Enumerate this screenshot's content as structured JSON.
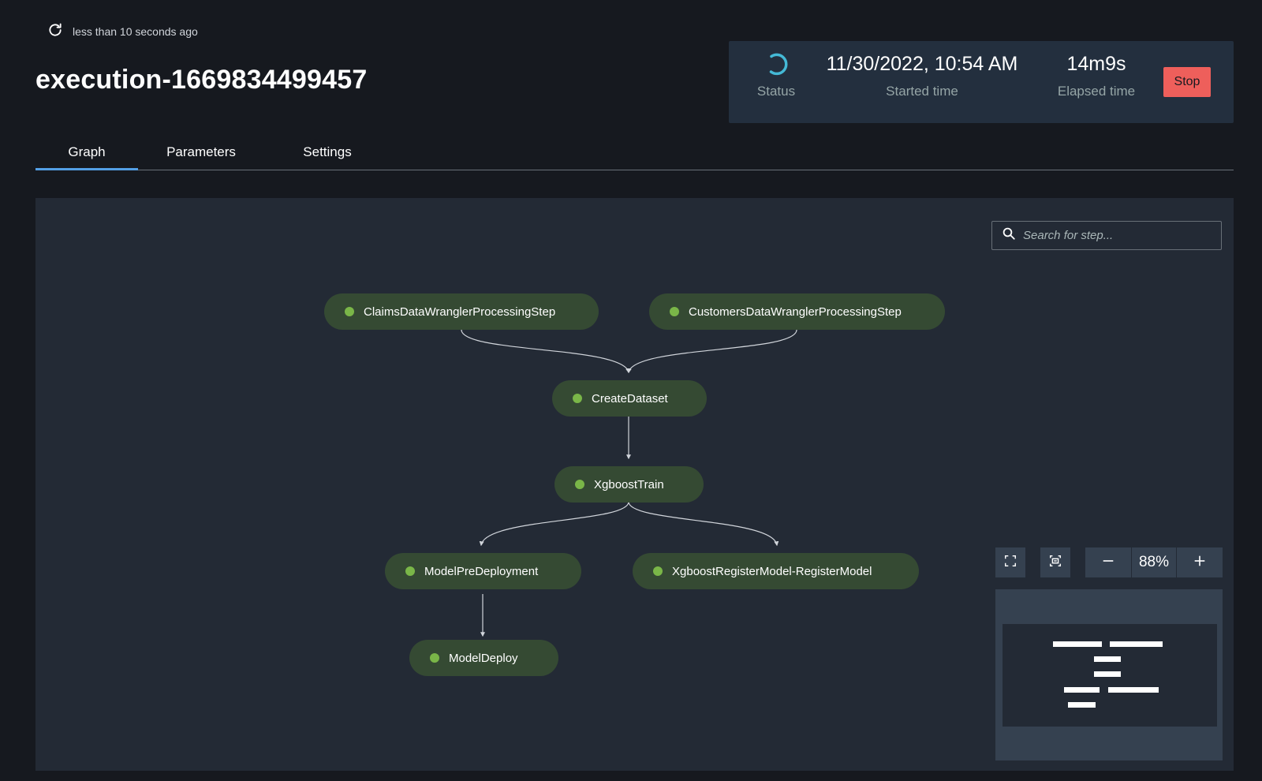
{
  "header": {
    "refresh_text": "less than 10 seconds ago",
    "title": "execution-1669834499457"
  },
  "status_panel": {
    "status_label": "Status",
    "status_icon": "spinner-icon",
    "started_time": "11/30/2022, 10:54 AM",
    "started_label": "Started time",
    "elapsed_time": "14m9s",
    "elapsed_label": "Elapsed time",
    "stop_label": "Stop"
  },
  "tabs": [
    {
      "label": "Graph",
      "active": true
    },
    {
      "label": "Parameters",
      "active": false
    },
    {
      "label": "Settings",
      "active": false
    }
  ],
  "search": {
    "placeholder": "Search for step..."
  },
  "graph": {
    "nodes": [
      {
        "label": "ClaimsDataWranglerProcessingStep",
        "status": "succeeded"
      },
      {
        "label": "CustomersDataWranglerProcessingStep",
        "status": "succeeded"
      },
      {
        "label": "CreateDataset",
        "status": "succeeded"
      },
      {
        "label": "XgboostTrain",
        "status": "succeeded"
      },
      {
        "label": "ModelPreDeployment",
        "status": "succeeded"
      },
      {
        "label": "XgboostRegisterModel-RegisterModel",
        "status": "succeeded"
      },
      {
        "label": "ModelDeploy",
        "status": "succeeded"
      }
    ],
    "edges": [
      [
        "ClaimsDataWranglerProcessingStep",
        "CreateDataset"
      ],
      [
        "CustomersDataWranglerProcessingStep",
        "CreateDataset"
      ],
      [
        "CreateDataset",
        "XgboostTrain"
      ],
      [
        "XgboostTrain",
        "ModelPreDeployment"
      ],
      [
        "XgboostTrain",
        "XgboostRegisterModel-RegisterModel"
      ],
      [
        "ModelPreDeployment",
        "ModelDeploy"
      ]
    ]
  },
  "controls": {
    "zoom": "88%",
    "icons": [
      "fullscreen-icon",
      "fit-view-icon",
      "zoom-out-icon",
      "zoom-in-icon"
    ]
  },
  "colors": {
    "background": "#16191f",
    "panel": "#232f3e",
    "canvas": "#232a35",
    "node_fill": "#354a33",
    "status_dot": "#7ab648",
    "stop_button": "#ee5f5b",
    "tab_active": "#539fe5"
  }
}
